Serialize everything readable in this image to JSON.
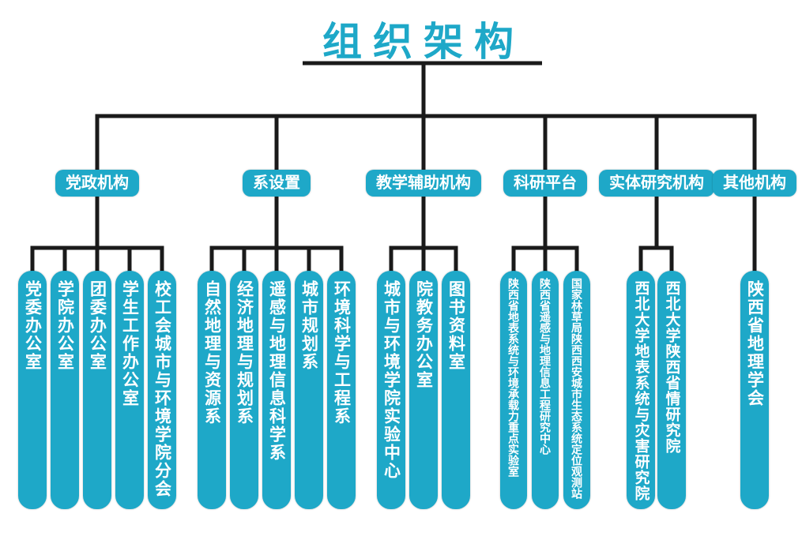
{
  "title": "组织架构",
  "colors": {
    "accent": "#1ea8c8",
    "line": "#1a1a1a",
    "text_on_accent": "#ffffff",
    "background": "#ffffff"
  },
  "groups": [
    {
      "label": "党政机构",
      "children": [
        "党委办公室",
        "学院办公室",
        "团委办公室",
        "学生工作办公室",
        "校工会城市与环境学院分会"
      ]
    },
    {
      "label": "系设置",
      "children": [
        "自然地理与资源系",
        "经济地理与规划系",
        "遥感与地理信息科学系",
        "城市规划系",
        "环境科学与工程系"
      ]
    },
    {
      "label": "教学辅助机构",
      "children": [
        "城市与环境学院实验中心",
        "院教务办公室",
        "图书资料室"
      ]
    },
    {
      "label": "科研平台",
      "children": [
        "陕西省地表系统与环境承载力重点实验室",
        "陕西省遥感与地理信息工程研究中心",
        "国家林草局陕西西安城市生态系统定位观测站"
      ]
    },
    {
      "label": "实体研究机构",
      "children": [
        "西北大学地表系统与灾害研究院",
        "西北大学陕西省情研究院"
      ]
    },
    {
      "label": "其他机构",
      "children": [
        "陕西省地理学会"
      ]
    }
  ]
}
